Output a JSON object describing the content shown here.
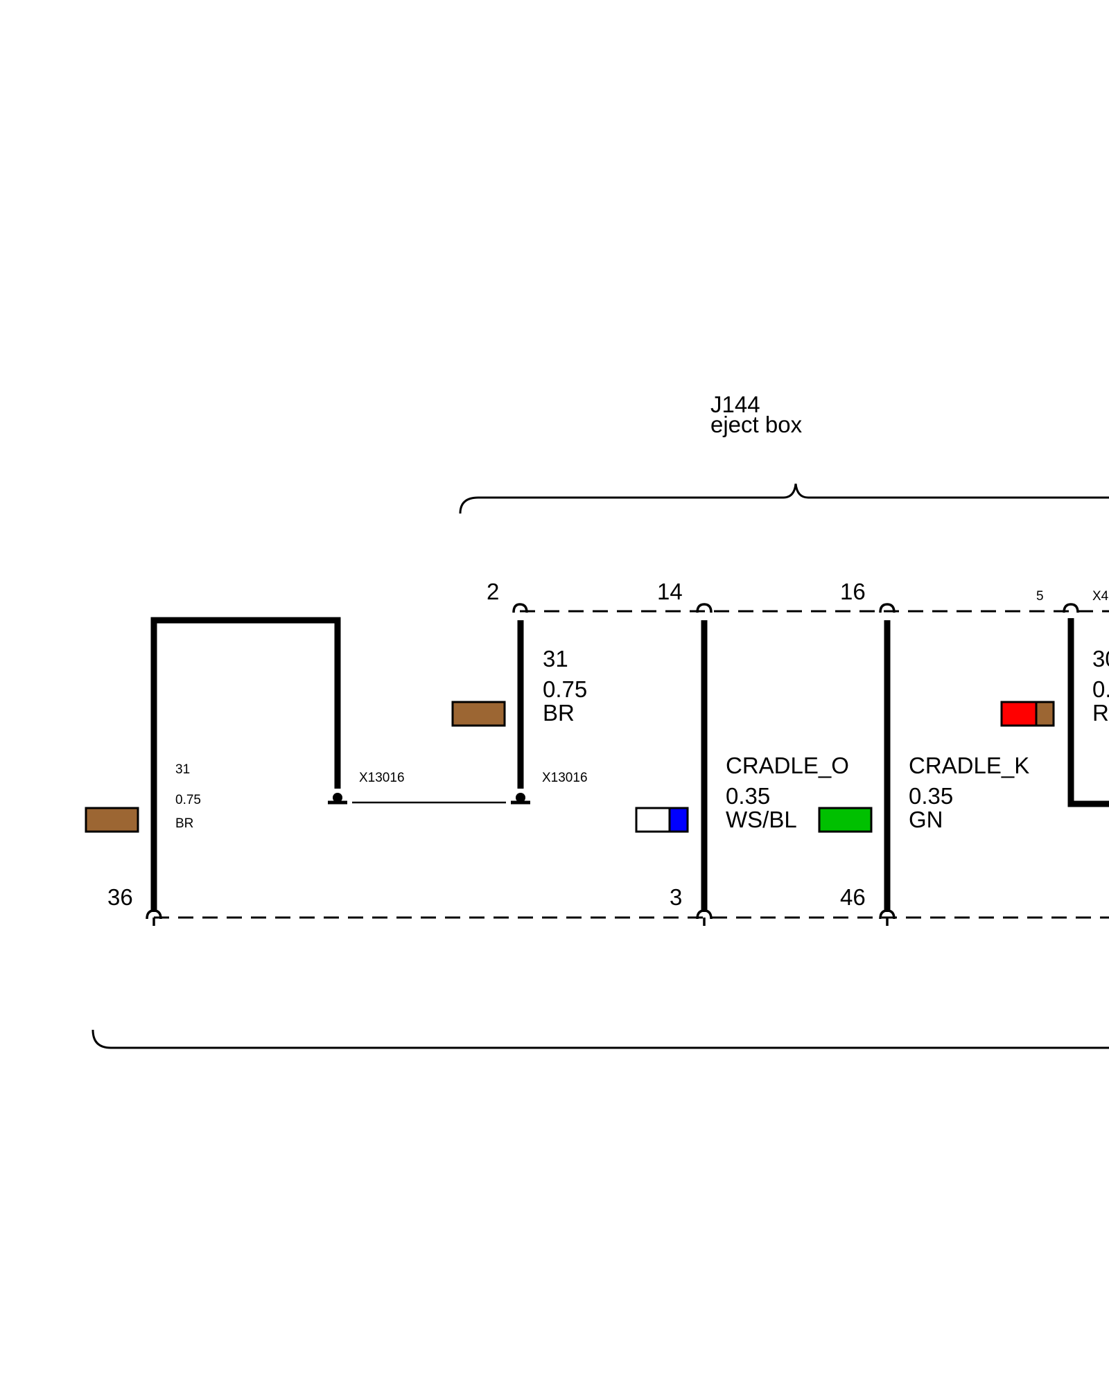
{
  "component": {
    "id": "J144",
    "name": "eject box"
  },
  "pins_top": [
    "2",
    "14",
    "16",
    "5"
  ],
  "pins_bottom": [
    "36",
    "3",
    "46"
  ],
  "connector_partial": "X4",
  "wires": [
    {
      "signal": "31",
      "gauge": "0.75",
      "color_code": "BR",
      "color_swatch": [
        "#9c6633"
      ]
    },
    {
      "signal": "31",
      "gauge": "0.75",
      "color_code": "BR",
      "color_swatch": [
        "#9c6633"
      ]
    },
    {
      "signal": "CRADLE_O",
      "gauge": "0.35",
      "color_code": "WS/BL",
      "color_swatch": [
        "#ffffff",
        "#0000ff"
      ]
    },
    {
      "signal": "CRADLE_K",
      "gauge": "0.35",
      "color_code": "GN",
      "color_swatch": [
        "#00c000"
      ]
    },
    {
      "signal": "30",
      "gauge": "0.",
      "color_code": "R",
      "color_swatch": [
        "#ff0000",
        "#9c6633"
      ]
    }
  ],
  "splices": [
    "X13016",
    "X13016"
  ],
  "colors": {
    "brown": "#9c6633",
    "white": "#ffffff",
    "blue": "#0000ff",
    "green": "#00c000",
    "red": "#ff0000"
  }
}
